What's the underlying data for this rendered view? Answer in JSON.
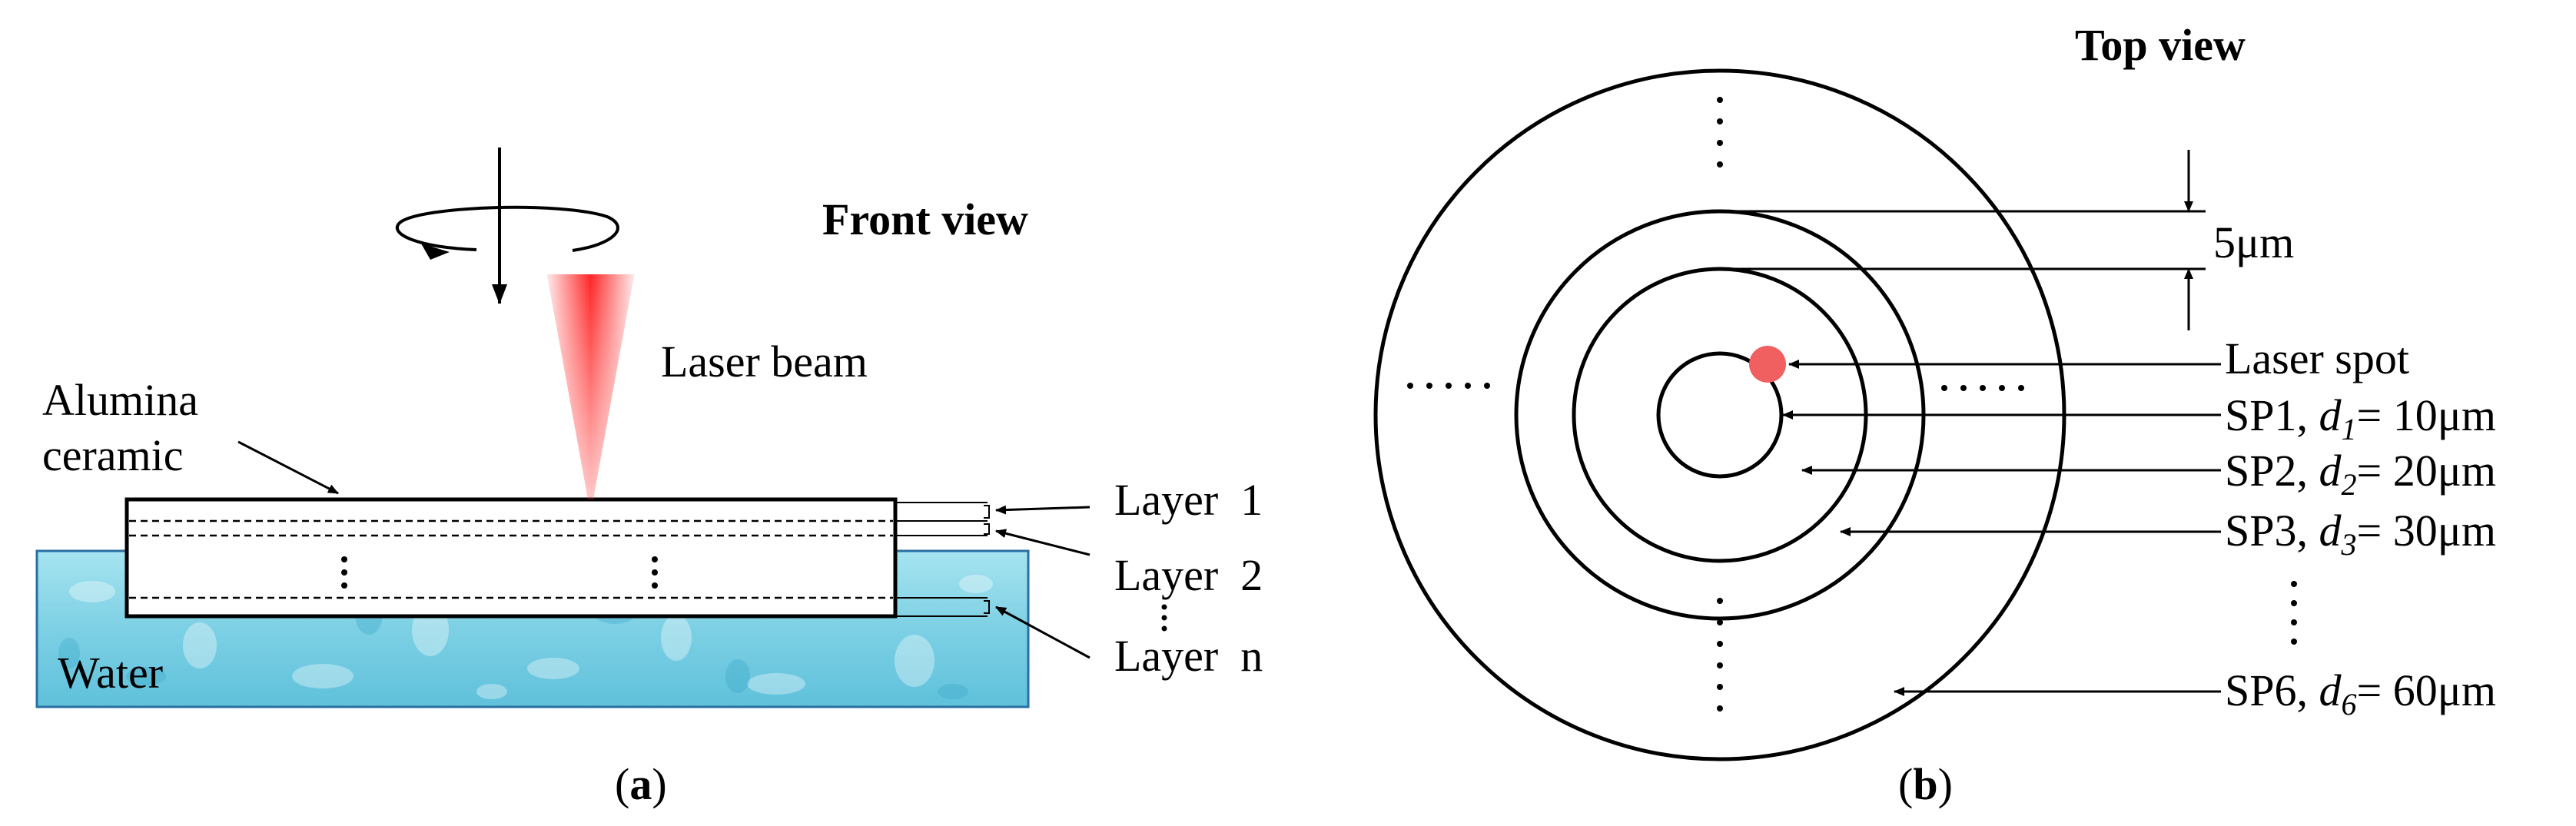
{
  "panel_a": {
    "title": "Front view",
    "laser_beam": "Laser beam",
    "alumina_line1": "Alumina",
    "alumina_line2": "ceramic",
    "water": "Water",
    "layers": [
      "Layer  1",
      "Layer  2",
      "Layer  n"
    ],
    "caption_open": "(",
    "caption_letter": "a",
    "caption_close": ")",
    "colors": {
      "water": "#7fd3e6",
      "beam": "#ff2a2a"
    }
  },
  "panel_b": {
    "title": "Top view",
    "pitch_label": "5μm",
    "laser_spot": "Laser spot",
    "spirals": [
      {
        "name": "SP1",
        "sub": "1",
        "value": "= 10μm"
      },
      {
        "name": "SP2",
        "sub": "2",
        "value": "= 20μm"
      },
      {
        "name": "SP3",
        "sub": "3",
        "value": "= 30μm"
      },
      {
        "name": "SP6",
        "sub": "6",
        "value": "= 60μm"
      }
    ],
    "caption_open": "(",
    "caption_letter": "b",
    "caption_close": ")",
    "colors": {
      "spot": "#f06060"
    }
  }
}
